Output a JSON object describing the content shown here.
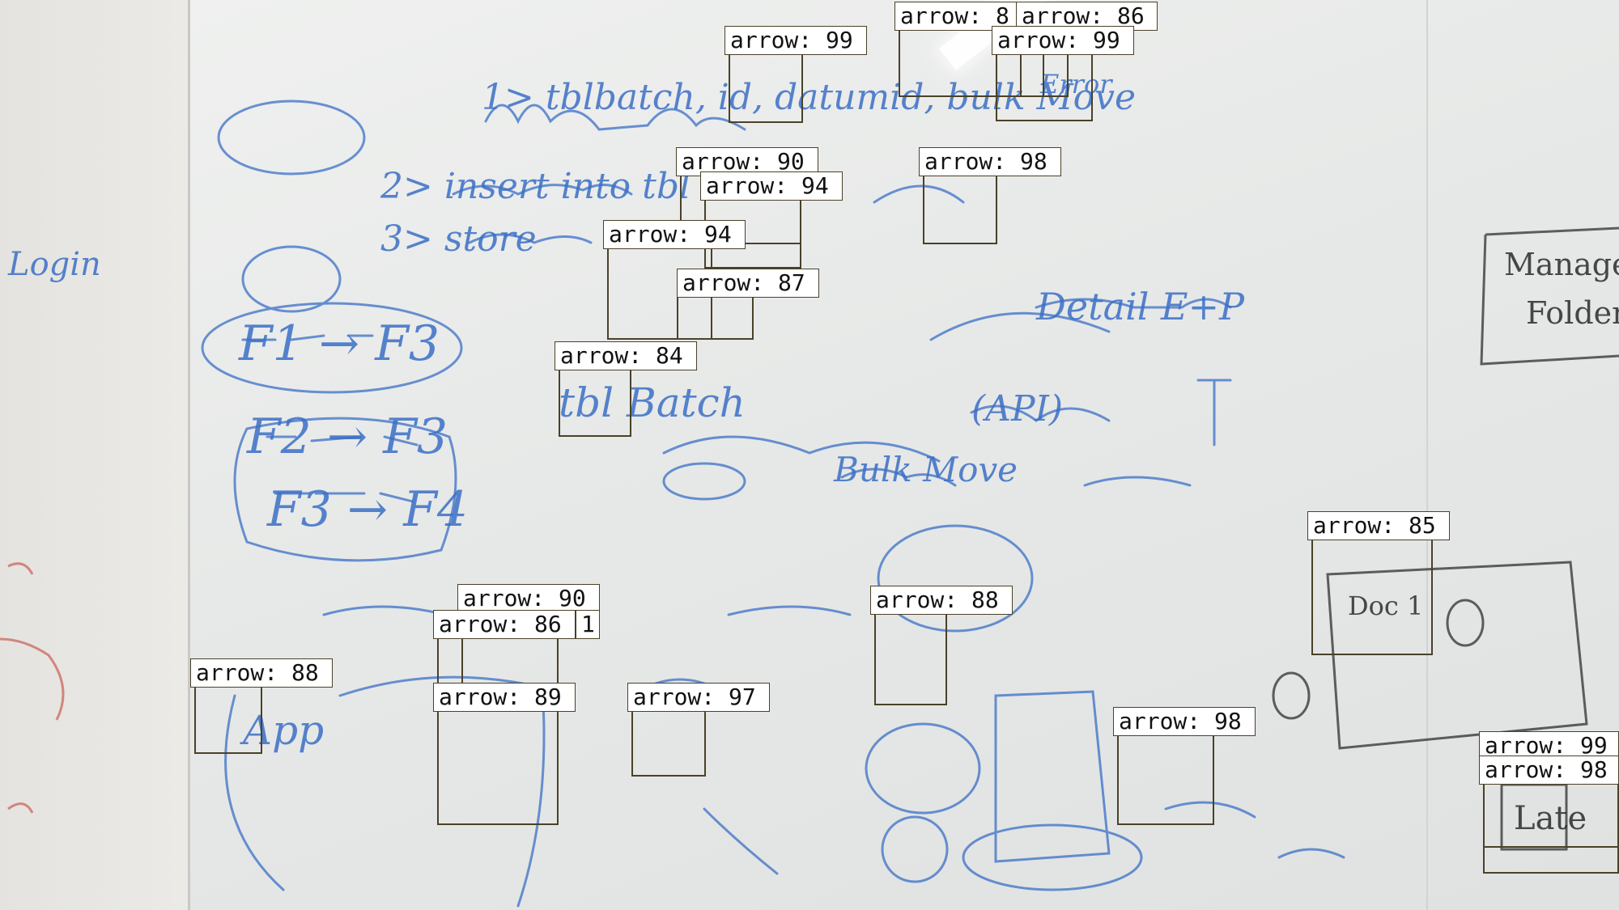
{
  "board": {
    "ink_color": "#3b6fc6",
    "frame_color": "#4a4128",
    "writing": {
      "step1": "1> tblbatch, id, datumid, bulk Move",
      "step2": "2> insert into tbl",
      "step3": "3> store",
      "error": "Error",
      "login": "Login",
      "flow1": "F1 → F3",
      "flow2": "F2 → F3",
      "flow3": "F3 → F4",
      "tbl_batch": "tbl Batch",
      "bulk_move": "Bulk Move",
      "detail": "Detail E+P",
      "api": "(API)",
      "manage_folders_1": "Manage",
      "manage_folders_2": "Folders",
      "app": "App",
      "doc": "Doc 1",
      "late": "Late"
    }
  },
  "detections": [
    {
      "label": "arrow: 99"
    },
    {
      "label": "arrow: 8"
    },
    {
      "label": "arrow: 86"
    },
    {
      "label": "arrow: 99"
    },
    {
      "label": "arrow: 90"
    },
    {
      "label": "arrow: 94"
    },
    {
      "label": "arrow: 98"
    },
    {
      "label": "arrow: 94"
    },
    {
      "label": "arrow: 87"
    },
    {
      "label": "arrow: 84"
    },
    {
      "label": "arrow: 85"
    },
    {
      "label": "arrow: 90"
    },
    {
      "label": "arrow: 86"
    },
    {
      "label": "1"
    },
    {
      "label": "arrow: 88"
    },
    {
      "label": "arrow: 88"
    },
    {
      "label": "arrow: 89"
    },
    {
      "label": "arrow: 97"
    },
    {
      "label": "arrow: 98"
    },
    {
      "label": "arrow: 99"
    },
    {
      "label": "arrow: 98"
    }
  ]
}
